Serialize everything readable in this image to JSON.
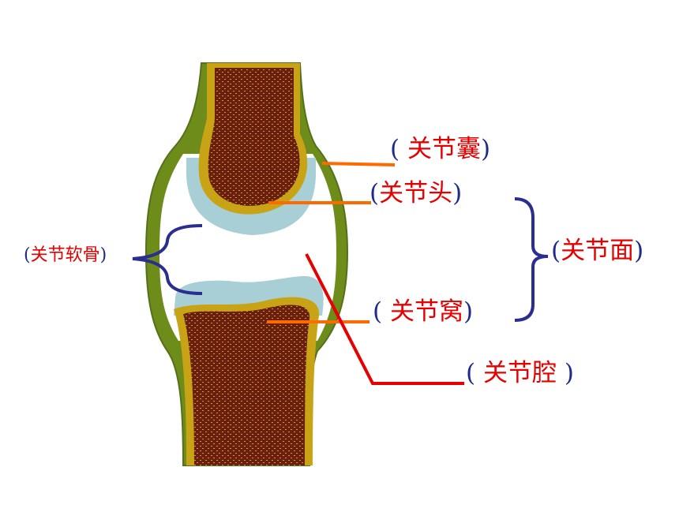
{
  "diagram": {
    "labels": {
      "capsule": {
        "open": "(",
        "text": " 关节囊",
        "close": ")"
      },
      "head": {
        "open": "(",
        "text": "关节头",
        "close": ")"
      },
      "surface": {
        "open": "(",
        "text": "关节面",
        "close": ")"
      },
      "socket": {
        "open": "( ",
        "text": "关节窝",
        "close": ")"
      },
      "cavity": {
        "open": "(",
        "text": " 关节腔",
        "close": " )"
      },
      "cartilage": {
        "open": "(",
        "text": "关节软骨",
        "close": ")"
      }
    },
    "colors": {
      "outer_tissue": "#6e8c1a",
      "bone_rim": "#c9a316",
      "bone_marrow": "#6b1f12",
      "cartilage": "#a9cfd6",
      "cavity": "#ffffff",
      "leader_orange": "#ff6a00",
      "leader_red": "#e60000",
      "bracket_blue": "#2a2f8f",
      "label_red": "#e60000",
      "paren_blue": "#1f2a8a"
    }
  }
}
